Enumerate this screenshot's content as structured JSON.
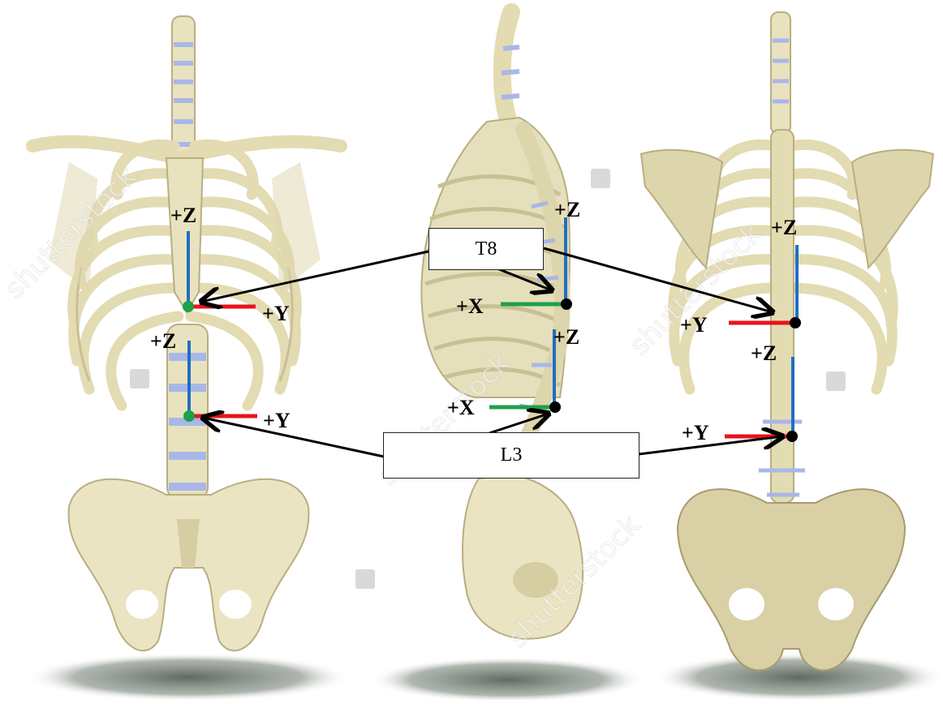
{
  "labels": {
    "z": "+Z",
    "y": "+Y",
    "x": "+X"
  },
  "callouts": {
    "t8": "T8",
    "l3": "L3"
  },
  "views": [
    "front",
    "side",
    "back"
  ],
  "colors": {
    "z_axis": "#1f6fc4",
    "y_axis": "#e8131b",
    "x_axis": "#1fa04a",
    "origin_front": "#1fa04a",
    "origin_side_back": "#000000",
    "bone_fill": "#e9e2bf",
    "bone_shade": "#c9bf94",
    "disc": "#a9b7e8",
    "watermark": "#d9d9d9"
  },
  "watermark": {
    "text": "shutterstock"
  }
}
